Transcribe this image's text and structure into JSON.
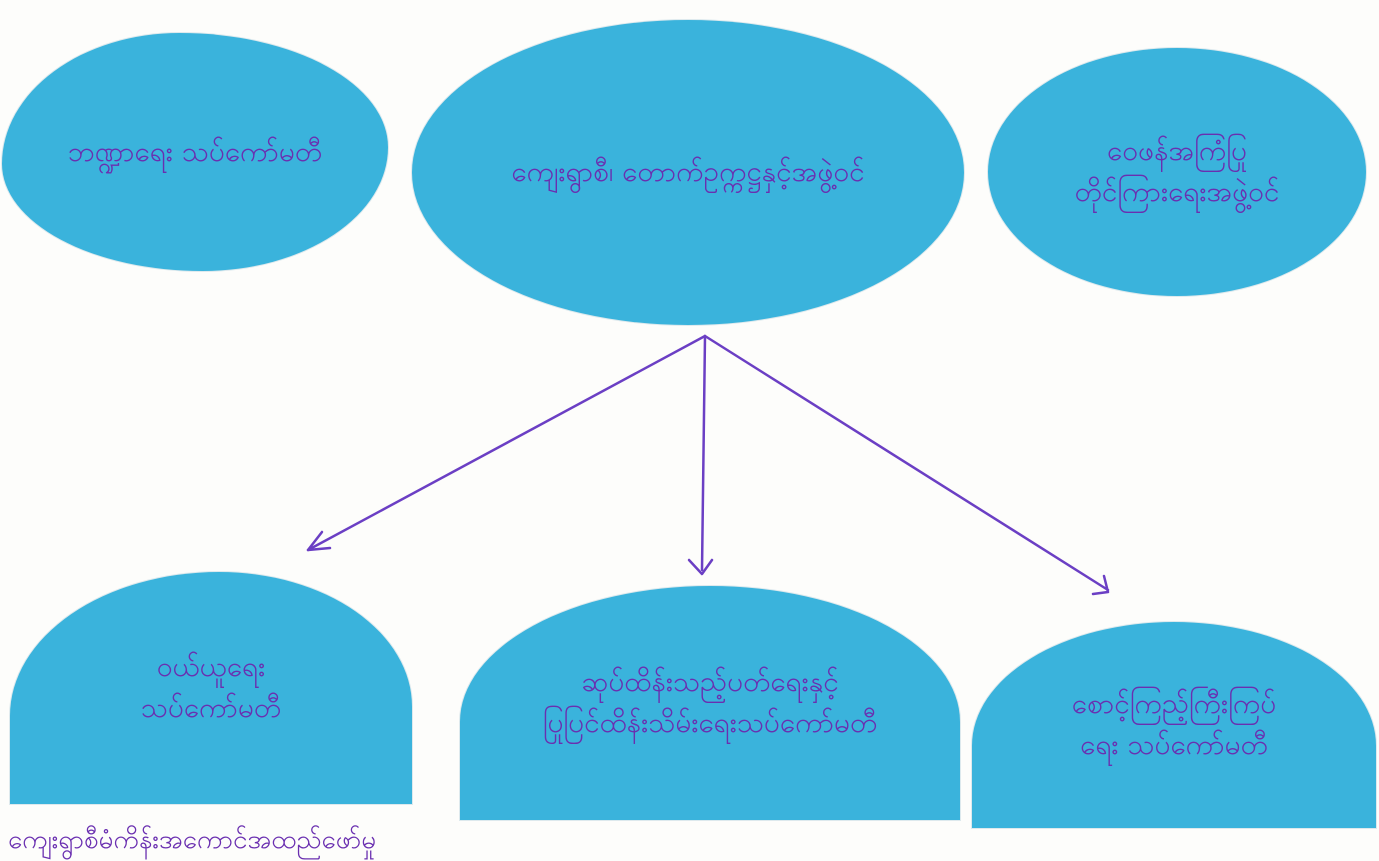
{
  "nodes": {
    "top_left": "ဘဏ္ဍာရေး သပ်ကော်မတီ",
    "top_center": "ကျေးရွာစီ၊ တောက်ဥက္ကဋ္ဌနှင့်အဖွဲ့ဝင်",
    "top_right": "ဝေဖန်အကြံပြု\nတိုင်ကြားရေးအဖွဲ့ဝင်",
    "bottom_left": "ဝယ်ယူရေး\nသပ်ကော်မတီ",
    "bottom_center": "ဆုပ်ထိန်းသည့်ပတ်ရေးနှင့်\nပြုပြင်ထိန်းသိမ်းရေးသပ်ကော်မတီ",
    "bottom_right": "စောင့်ကြည့်ကြီးကြပ်\nရေး သပ်ကော်မတီ"
  },
  "footer": "ကျေးရွာစီမံကိန်းအကောင်အထည်ဖော်မှု",
  "colors": {
    "card_fill": "#3ab3dc",
    "ink": "#6a2fb0",
    "arrow": "#6b3fc4"
  }
}
